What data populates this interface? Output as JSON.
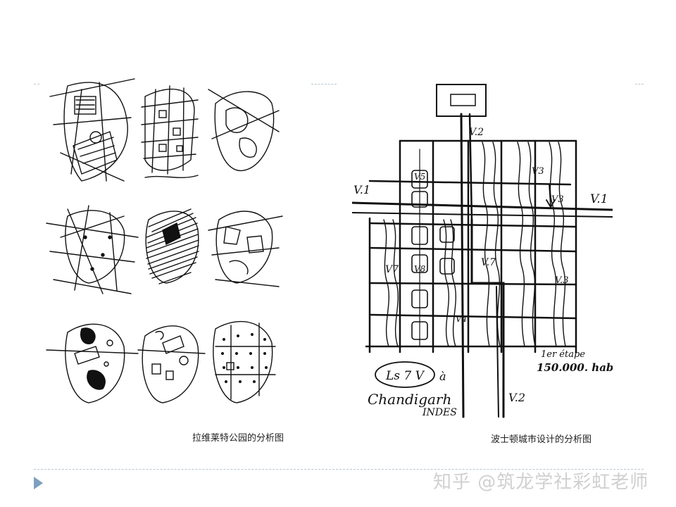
{
  "slide": {
    "left_caption": "拉维莱特公园的分析图",
    "right_caption": "波士顿城市设计的分析图",
    "watermark": "知乎 @筑龙学社彩虹老师"
  },
  "sketch_labels": {
    "v1_left": "V.1",
    "v1_right": "V.1",
    "v2_top": "V.2",
    "v2_bottom": "V.2",
    "v3_a": "V3",
    "v3_b": "V3",
    "v3_c": "V.3",
    "v5": "V5",
    "v7_a": "V7",
    "v7_b": "V.7",
    "v8": "V8",
    "v4": "V4",
    "stage_line1": "1er étape",
    "stage_line2": "150.000. hab.",
    "logo": "Ls 7 V",
    "logo_suffix": "à",
    "city": "Chandigarh",
    "country": "INDES"
  }
}
